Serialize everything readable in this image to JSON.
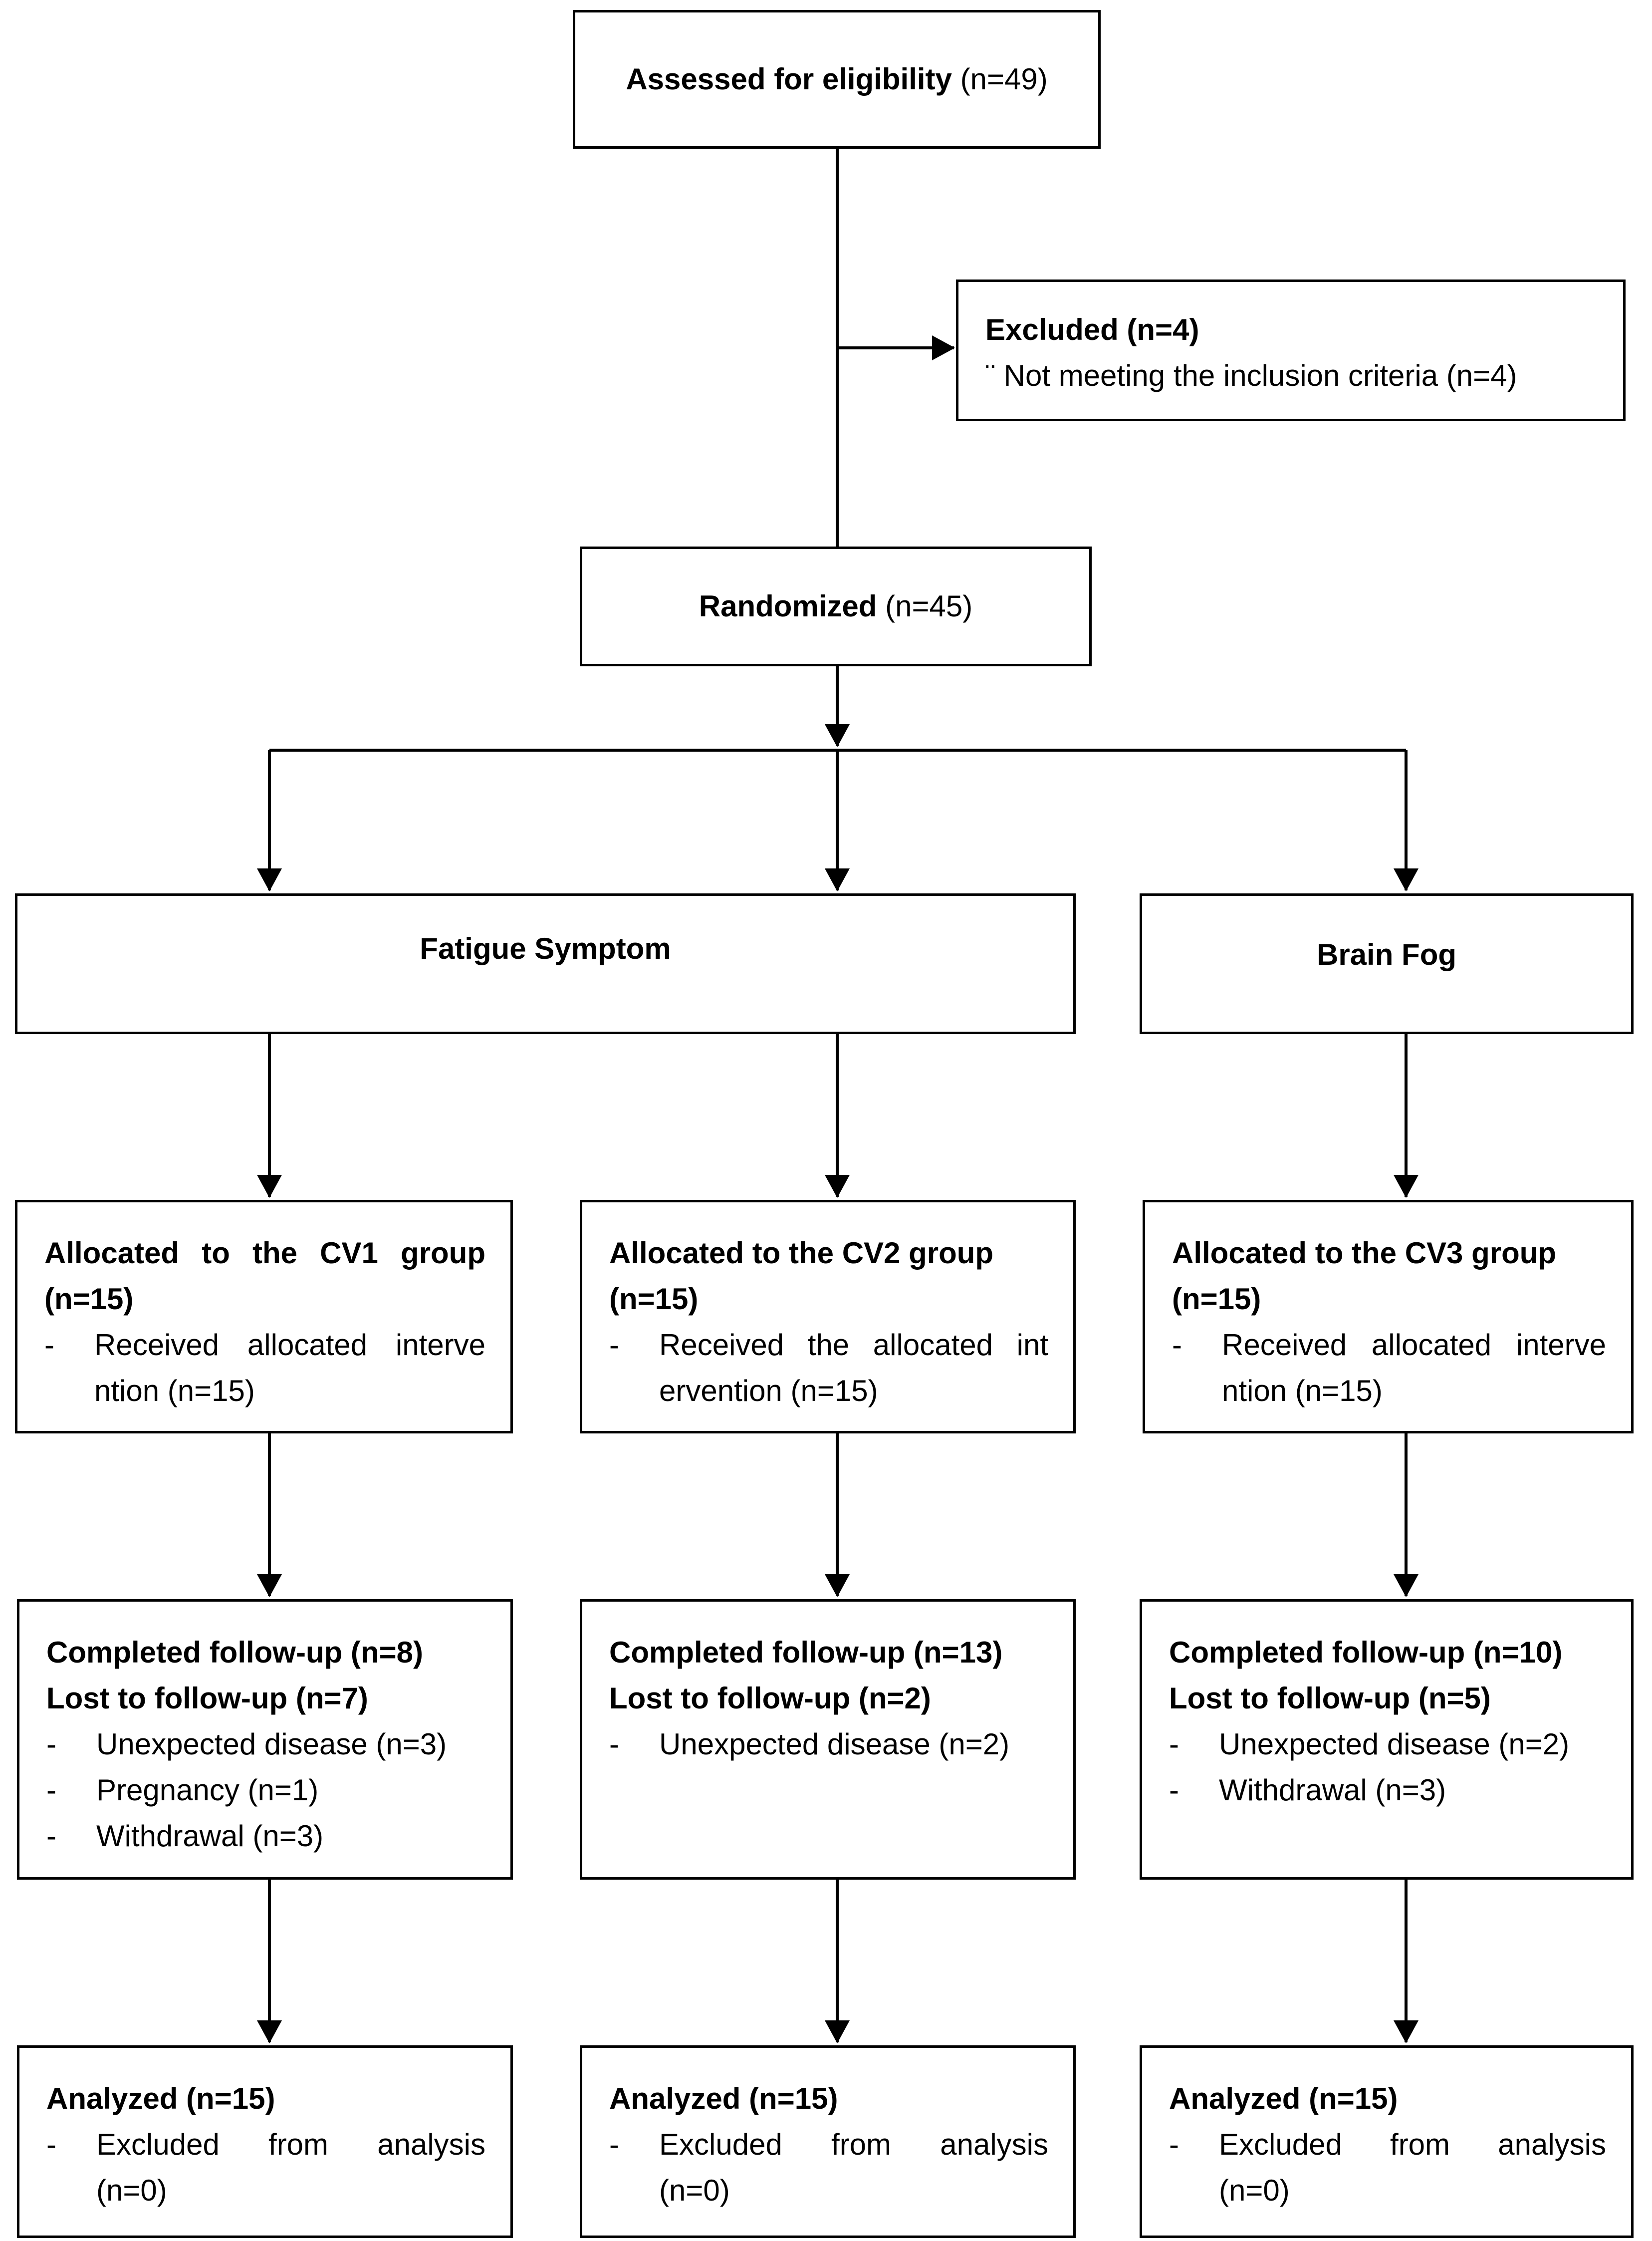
{
  "eligibility": {
    "label": "Assessed for eligibility",
    "count": "(n=49)"
  },
  "excluded": {
    "title": "Excluded (n=4)",
    "bullet": "¨",
    "reason": "Not meeting the inclusion criteria (n=4)"
  },
  "randomized": {
    "label": "Randomized",
    "count": "(n=45)"
  },
  "categories": {
    "fatigue": "Fatigue Symptom",
    "brain_fog": "Brain Fog"
  },
  "dash": "-",
  "allocation": [
    {
      "title": "Allocated to the CV1 group",
      "count": "(n=15)",
      "line1": "Received allocated interve",
      "line2": "ntion (n=15)"
    },
    {
      "title": "Allocated to the CV2 group",
      "count": "(n=15)",
      "line1": "Received the allocated int",
      "line2": "ervention (n=15)"
    },
    {
      "title": "Allocated to the CV3 group",
      "count": "(n=15)",
      "line1": "Received allocated interve",
      "line2": "ntion (n=15)"
    }
  ],
  "followup": [
    {
      "completed": "Completed follow-up (n=8)",
      "lost": "Lost to follow-up (n=7)",
      "reasons": [
        "Unexpected disease (n=3)",
        "Pregnancy (n=1)",
        "Withdrawal (n=3)"
      ]
    },
    {
      "completed": "Completed follow-up (n=13)",
      "lost": "Lost to follow-up (n=2)",
      "reasons": [
        "Unexpected disease (n=2)"
      ]
    },
    {
      "completed": "Completed follow-up (n=10)",
      "lost": "Lost to follow-up (n=5)",
      "reasons": [
        "Unexpected disease (n=2)",
        "Withdrawal (n=3)"
      ]
    }
  ],
  "analyzed": [
    {
      "title": "Analyzed (n=15)",
      "line1": "Excluded from analysis",
      "line2": "(n=0)"
    },
    {
      "title": "Analyzed (n=15)",
      "line1": "Excluded from analysis",
      "line2": "(n=0)"
    },
    {
      "title": "Analyzed (n=15)",
      "line1": "Excluded from analysis",
      "line2": "(n=0)"
    }
  ]
}
